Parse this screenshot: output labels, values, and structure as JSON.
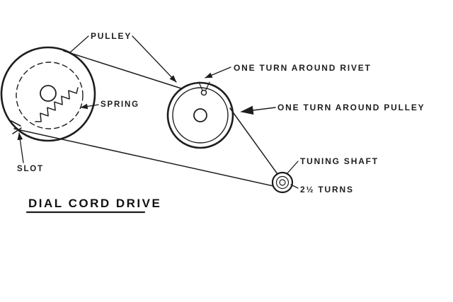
{
  "diagram": {
    "title": "DIAL CORD DRIVE",
    "labels": {
      "pulley": "PULLEY",
      "spring": "SPRING",
      "slot": "SLOT",
      "one_turn_around_rivet": "ONE TURN AROUND RIVET",
      "one_turn_around_pulley": "ONE TURN AROUND PULLEY",
      "tuning_shaft": "TUNING SHAFT",
      "turns": "2½ TURNS"
    },
    "colors": {
      "ink": "#1d1d1d",
      "background": "#ffffff"
    }
  }
}
